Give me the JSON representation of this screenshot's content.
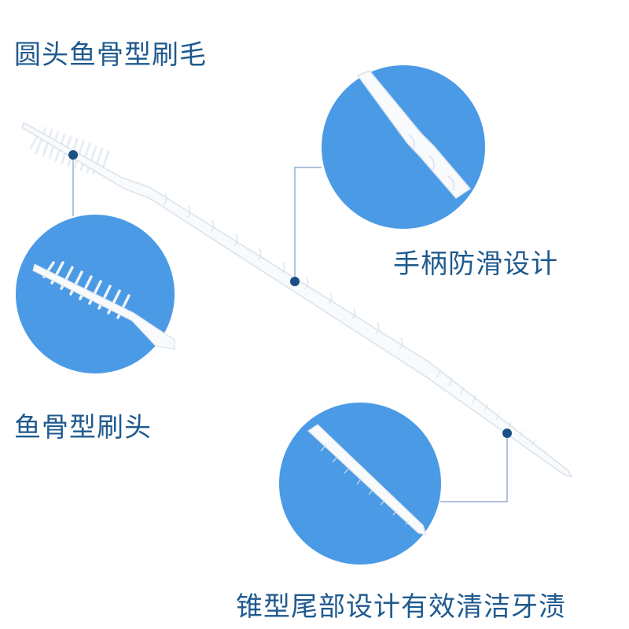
{
  "labels": {
    "title": "圆头鱼骨型刷毛",
    "handle": "手柄防滑设计",
    "brush_head": "鱼骨型刷头",
    "tail": "锥型尾部设计有效清洁牙渍"
  },
  "colors": {
    "background": "#ffffff",
    "circle_fill": "#4a9ae6",
    "text": "#1f5a8e",
    "marker": "#1a4f86",
    "leader": "#7a9cc4",
    "pick": "#f8fafc",
    "pick_shadow": "#d9e2ec"
  }
}
